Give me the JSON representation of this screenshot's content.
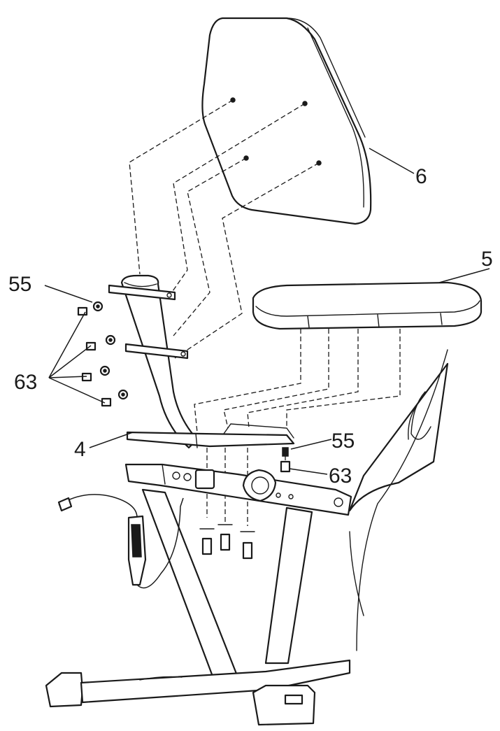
{
  "labels": {
    "backrest": "6",
    "seat": "5",
    "bolt_left": "55",
    "washers_left": "63",
    "bracket": "4",
    "bolt_right": "55",
    "washers_right": "63"
  },
  "colors": {
    "line": "#1a1a1a",
    "background": "#ffffff"
  }
}
